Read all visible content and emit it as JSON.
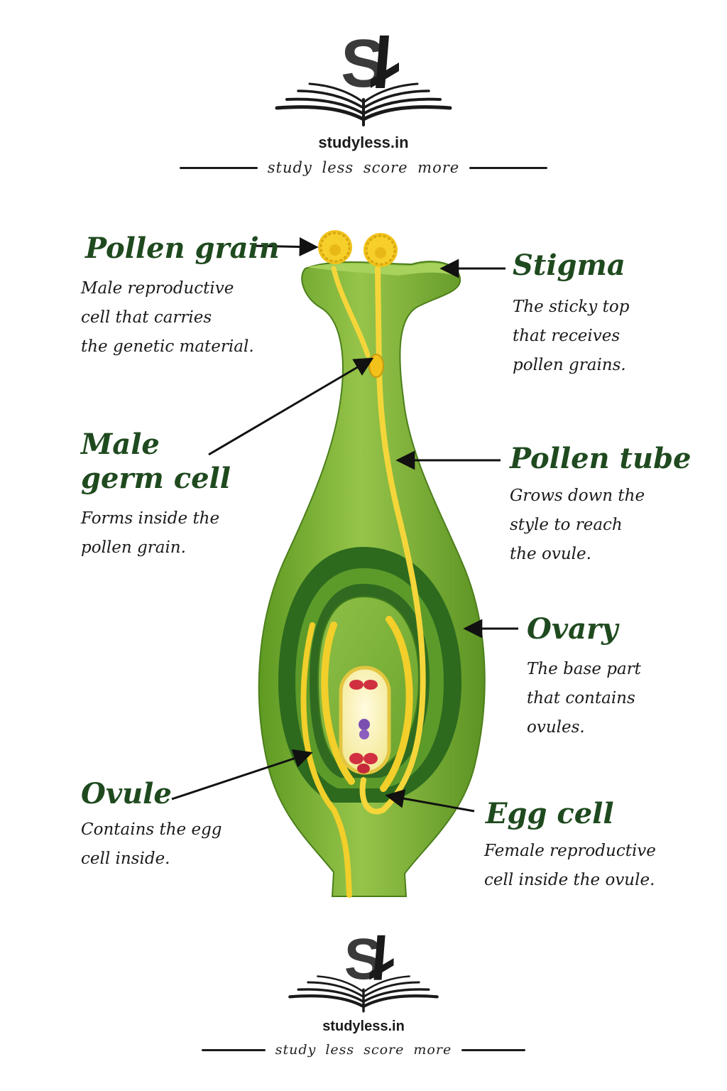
{
  "brand_top": {
    "logo": "SL",
    "name": "studyless.in",
    "tagline": "study less score more"
  },
  "brand_bottom": {
    "logo": "SL",
    "name": "studyless.in",
    "tagline": "study less score more"
  },
  "labels": {
    "pollen_grain": {
      "title": "Pollen grain",
      "desc": "Male reproductive\ncell that carries\nthe genetic material."
    },
    "stigma": {
      "title": "Stigma",
      "desc": "The sticky top\nthat receives\npollen grains."
    },
    "male_germ_cell": {
      "title": "Male\ngerm cell",
      "desc": "Forms inside the\npollen grain."
    },
    "pollen_tube": {
      "title": "Pollen tube",
      "desc": "Grows down the\nstyle to reach\nthe ovule."
    },
    "ovary": {
      "title": "Ovary",
      "desc": "The base part\nthat contains\novules."
    },
    "ovule": {
      "title": "Ovule",
      "desc": "Contains the egg\ncell inside."
    },
    "egg_cell": {
      "title": "Egg cell",
      "desc": "Female reproductive\ncell inside the ovule."
    }
  },
  "colors": {
    "pistil_green": "#7fb23a",
    "dark_green": "#2f6b1f",
    "pollen_yellow": "#f2c21a",
    "tube_yellow": "#f5d63a",
    "label_green": "#1f4a1f",
    "nucleus_red": "#d03040",
    "nucleus_purple": "#7a4fb0"
  }
}
